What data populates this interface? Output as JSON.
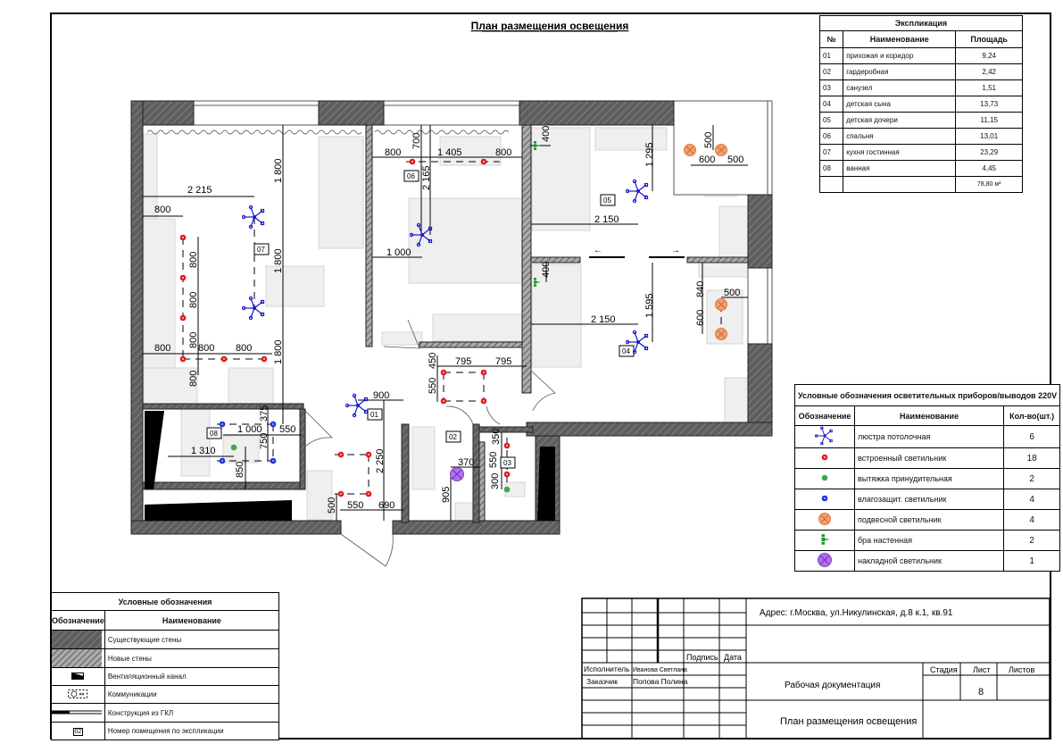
{
  "title": "План размещения освещения",
  "explication": {
    "title": "Экспликация",
    "headers": [
      "№",
      "Наименование",
      "Площадь"
    ],
    "rows": [
      {
        "no": "01",
        "name": "прихожая и коридор",
        "area": "9,24"
      },
      {
        "no": "02",
        "name": "гардеробная",
        "area": "2,42"
      },
      {
        "no": "03",
        "name": "санузел",
        "area": "1,51"
      },
      {
        "no": "04",
        "name": "детская сына",
        "area": "13,73"
      },
      {
        "no": "05",
        "name": "детская дочери",
        "area": "11,15"
      },
      {
        "no": "06",
        "name": "спальня",
        "area": "13,01"
      },
      {
        "no": "07",
        "name": "кухня гостинная",
        "area": "23,29"
      },
      {
        "no": "08",
        "name": "ванная",
        "area": "4,45"
      }
    ],
    "total": "78,80 м²"
  },
  "lighting_legend": {
    "title": "Условные обозначения осветительных приборов/выводов 220V",
    "headers": [
      "Обозначение",
      "Наименование",
      "Кол-во(шт.)"
    ],
    "rows": [
      {
        "icon": "chandelier-icon",
        "name": "люстра потолочная",
        "qty": "6"
      },
      {
        "icon": "recessed-light-icon",
        "name": "встроенный светильник",
        "qty": "18"
      },
      {
        "icon": "exhaust-fan-icon",
        "name": "вытяжка принудительная",
        "qty": "2"
      },
      {
        "icon": "waterproof-light-icon",
        "name": "влагозащит. светильник",
        "qty": "4"
      },
      {
        "icon": "pendant-light-icon",
        "name": "подвесной светильник",
        "qty": "4"
      },
      {
        "icon": "wall-sconce-icon",
        "name": "бра настенная",
        "qty": "2"
      },
      {
        "icon": "surface-light-icon",
        "name": "накладной светильник",
        "qty": "1"
      }
    ]
  },
  "symbols_legend": {
    "title": "Условные обозначения",
    "headers": [
      "Обозначение",
      "Наименование"
    ],
    "rows": [
      {
        "icon": "existing-wall-icon",
        "name": "Существующие стены"
      },
      {
        "icon": "new-wall-icon",
        "name": "Новые стены"
      },
      {
        "icon": "vent-duct-icon",
        "name": "Вентиляционный канал"
      },
      {
        "icon": "utilities-icon",
        "name": "Коммуникации"
      },
      {
        "icon": "gkl-structure-icon",
        "name": "Конструкция из ГКЛ"
      },
      {
        "icon": "room-number-icon",
        "name": "Номер помещения по экспликации",
        "sample": "02"
      }
    ]
  },
  "title_block": {
    "address": "Адрес: г.Москва, ул.Никулинская, д.8 к.1, кв.91",
    "signature_label": "Подпись",
    "date_label": "Дата",
    "executor_label": "Исполнитель",
    "executor_name": "Иванова Светлана",
    "customer_label": "Заказчик",
    "customer_name": "Попова Полина",
    "doc_type": "Рабочая документация",
    "stage_label": "Стадия",
    "sheet_label": "Лист",
    "sheets_label": "Листов",
    "sheet_no": "8",
    "sheet_title": "План размещения освещения"
  },
  "plan": {
    "room_tags": [
      "07",
      "06",
      "05",
      "04",
      "01",
      "02",
      "03",
      "08"
    ],
    "dims": {
      "k1": "2 215",
      "k2": "1 800",
      "k3": "800",
      "k4": "800",
      "k5": "800",
      "k6": "800",
      "k7": "800",
      "k8": "800",
      "k9": "800",
      "k10": "1 800",
      "k11": "1 800",
      "k12": "800",
      "b1": "800",
      "b2": "700",
      "b3": "1 405",
      "b4": "800",
      "b5": "2 165",
      "b6": "1 000",
      "c1": "450",
      "c2": "795",
      "c3": "795",
      "c4": "550",
      "h1": "900",
      "h2": "2 250",
      "h3": "550",
      "h4": "690",
      "h5": "500",
      "w1": "375",
      "w2": "1 000",
      "w3": "550",
      "w4": "750",
      "w5": "1 310",
      "w6": "850",
      "g1": "370",
      "g2": "905",
      "s1": "350",
      "s2": "550",
      "s3": "300",
      "d1": "400",
      "d2": "1 295",
      "d3": "500",
      "d4": "600",
      "d5": "500",
      "d6": "2 150",
      "n1": "400",
      "n2": "1 595",
      "n3": "840",
      "n4": "500",
      "n5": "600",
      "n6": "2 150"
    }
  },
  "colors": {
    "chandelier": "#1a1acc",
    "recessed": "#e01818",
    "exhaust": "#3aaa4a",
    "waterproof": "#2030d0",
    "pendant": "#f0a070",
    "sconce": "#1a9a2a",
    "surface": "#b070f0",
    "wall": "#5a5a5a"
  }
}
